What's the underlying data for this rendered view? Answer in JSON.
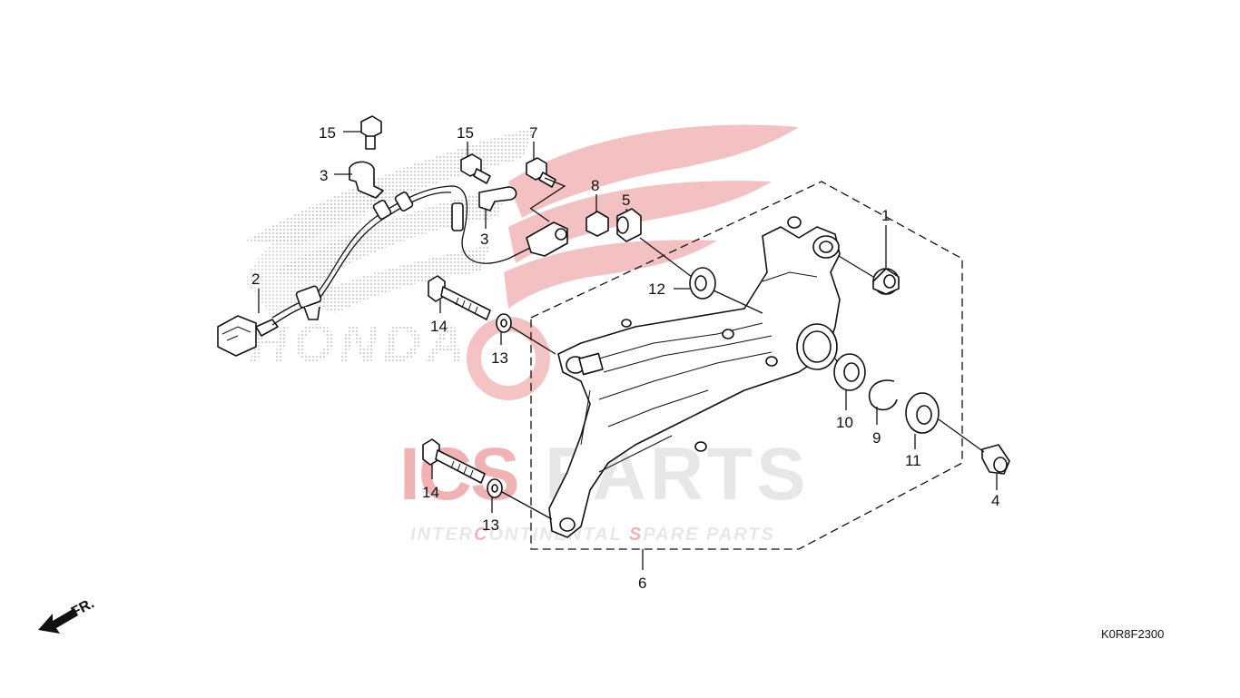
{
  "diagram": {
    "code": "K0R8F2300",
    "direction_label": "FR.",
    "watermark": {
      "brand": "HONDA",
      "logo_left": "ICS",
      "logo_right": "PARTS",
      "tagline_parts": [
        "INTER",
        "C",
        "ONTINENTAL ",
        "S",
        "PARE PARTS"
      ],
      "accent_color": "#d9262c",
      "gray_color": "#bdbdbd"
    },
    "callouts": [
      {
        "id": "c15a",
        "label": "15"
      },
      {
        "id": "c3a",
        "label": "3"
      },
      {
        "id": "c2",
        "label": "2"
      },
      {
        "id": "c15b",
        "label": "15"
      },
      {
        "id": "c3b",
        "label": "3"
      },
      {
        "id": "c7",
        "label": "7"
      },
      {
        "id": "c8",
        "label": "8"
      },
      {
        "id": "c5",
        "label": "5"
      },
      {
        "id": "c12",
        "label": "12"
      },
      {
        "id": "c14a",
        "label": "14"
      },
      {
        "id": "c13a",
        "label": "13"
      },
      {
        "id": "c14b",
        "label": "14"
      },
      {
        "id": "c13b",
        "label": "13"
      },
      {
        "id": "c6",
        "label": "6"
      },
      {
        "id": "c1",
        "label": "1"
      },
      {
        "id": "c10",
        "label": "10"
      },
      {
        "id": "c9",
        "label": "9"
      },
      {
        "id": "c11",
        "label": "11"
      },
      {
        "id": "c4",
        "label": "4"
      }
    ]
  }
}
